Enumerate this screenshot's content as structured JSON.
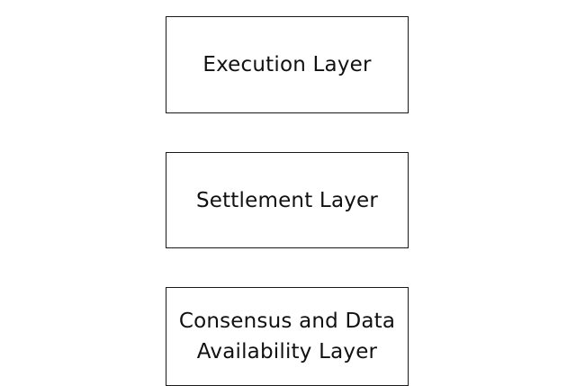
{
  "layers": [
    {
      "label": "Execution Layer"
    },
    {
      "label": "Settlement Layer"
    },
    {
      "label": "Consensus and Data Availability Layer"
    }
  ],
  "colors": {
    "background": "#ffffff",
    "border": "#1a1a1a",
    "text": "#111111"
  }
}
